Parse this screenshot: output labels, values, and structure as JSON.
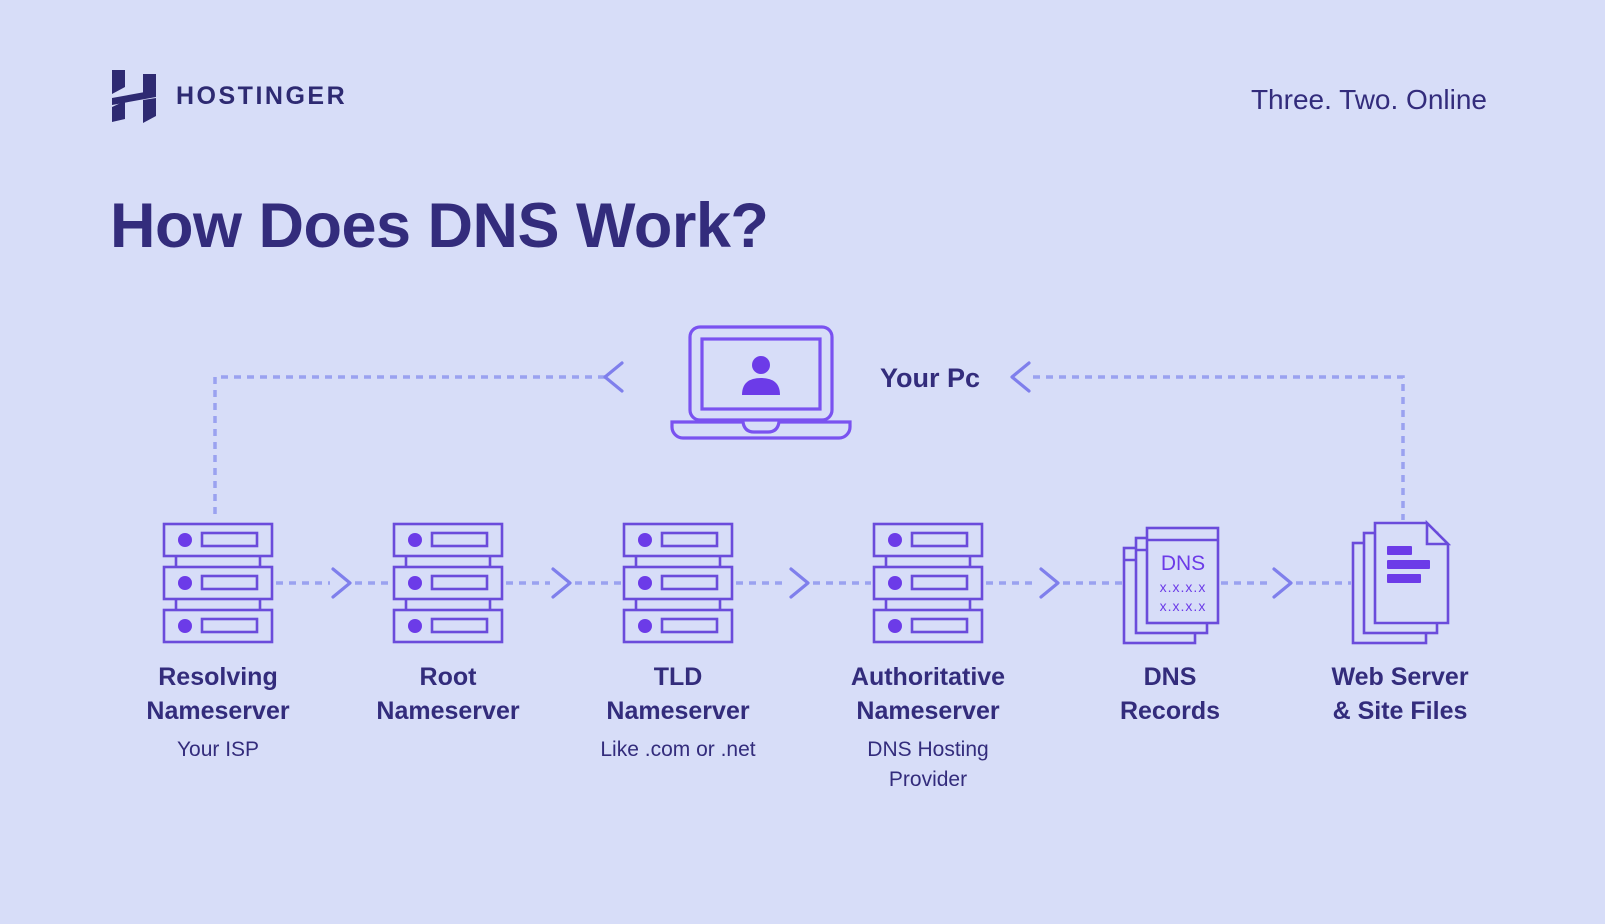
{
  "header": {
    "brand": "HOSTINGER",
    "tagline": "Three. Two. Online"
  },
  "title": "How Does DNS Work?",
  "pc": {
    "label": "Your Pc"
  },
  "nodes": [
    {
      "id": "resolving-nameserver",
      "label": "Resolving\nNameserver",
      "caption": "Your ISP",
      "icon": "server-rack-icon"
    },
    {
      "id": "root-nameserver",
      "label": "Root\nNameserver",
      "caption": "",
      "icon": "server-rack-icon"
    },
    {
      "id": "tld-nameserver",
      "label": "TLD\nNameserver",
      "caption": "Like .com or .net",
      "icon": "server-rack-icon"
    },
    {
      "id": "authoritative-nameserver",
      "label": "Authoritative\nNameserver",
      "caption": "DNS Hosting\nProvider",
      "icon": "server-rack-icon"
    },
    {
      "id": "dns-records",
      "label": "DNS\nRecords",
      "caption": "",
      "icon": "dns-records-icon",
      "doc": {
        "title": "DNS",
        "lines": [
          "x.x.x.x",
          "x.x.x.x"
        ]
      }
    },
    {
      "id": "web-server-site-files",
      "label": "Web Server\n& Site Files",
      "caption": "",
      "icon": "site-files-icon"
    }
  ],
  "colors": {
    "background": "#D7DDF8",
    "ink": "#332C7C",
    "brand": "#2E2A72",
    "outline": "#6A4BDB",
    "accent": "#6C3BE8",
    "laptop": "#7A52F0",
    "dash": "#9AA2F0",
    "chevron": "#7F7FEC"
  }
}
